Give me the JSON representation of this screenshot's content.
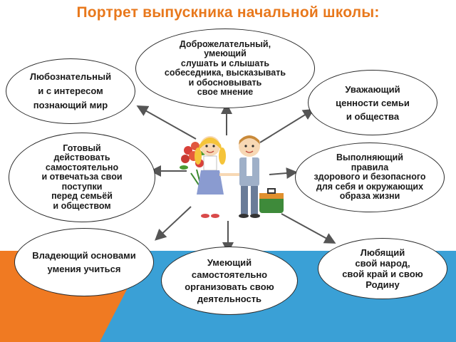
{
  "title": "Портрет выпускника начальной школы:",
  "qualities": {
    "top": "Доброжелательный,\nумеющий\nслушать и слышать\nсобеседника, высказывать\nи обосновывать\nсвое мнение",
    "top_left": "Любознательный\nи с интересом\nпознающий мир",
    "top_right": "Уважающий\nценности семьи\nи общества",
    "middle_left": "Готовый\nдействовать\nсамостоятельно\nи отвечатьза свои\nпоступки\nперед семьёй\nи обществом",
    "middle_right": "Выполняющий\nправила\nздорового и безопасного\nдля себя и окружающих\nобраза жизни",
    "bottom_left": "Владеющий основами\nумения учиться",
    "bottom_center": "Умеющий\nсамостоятельно\nорганизовать свою\nдеятельность",
    "bottom_right": "Любящий\nсвой народ,\nсвой край и свою\nРодину"
  },
  "colors": {
    "title": "#e8781c",
    "bg_blue": "#3aa0d6",
    "bg_orange": "#f07a22",
    "arrow": "#555555"
  }
}
